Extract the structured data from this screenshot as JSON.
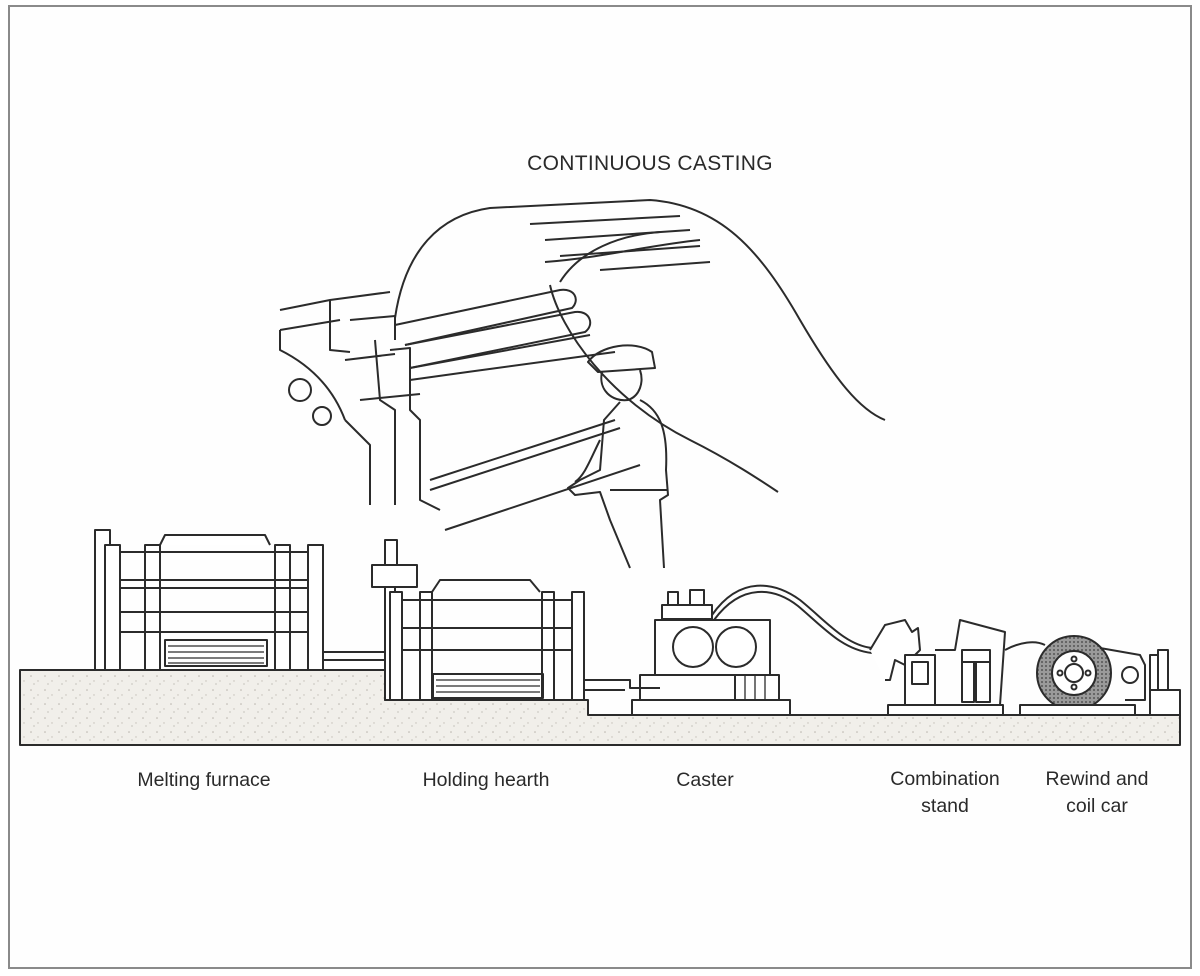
{
  "diagram": {
    "title": "CONTINUOUS CASTING",
    "labels": {
      "melting_furnace": "Melting furnace",
      "holding_hearth": "Holding hearth",
      "caster": "Caster",
      "combination_stand": "Combination\nstand",
      "rewind_coil_car": "Rewind and\ncoil car"
    },
    "colors": {
      "line": "#2b2b2b",
      "ground": "#efede8",
      "background": "#fefefe"
    }
  }
}
